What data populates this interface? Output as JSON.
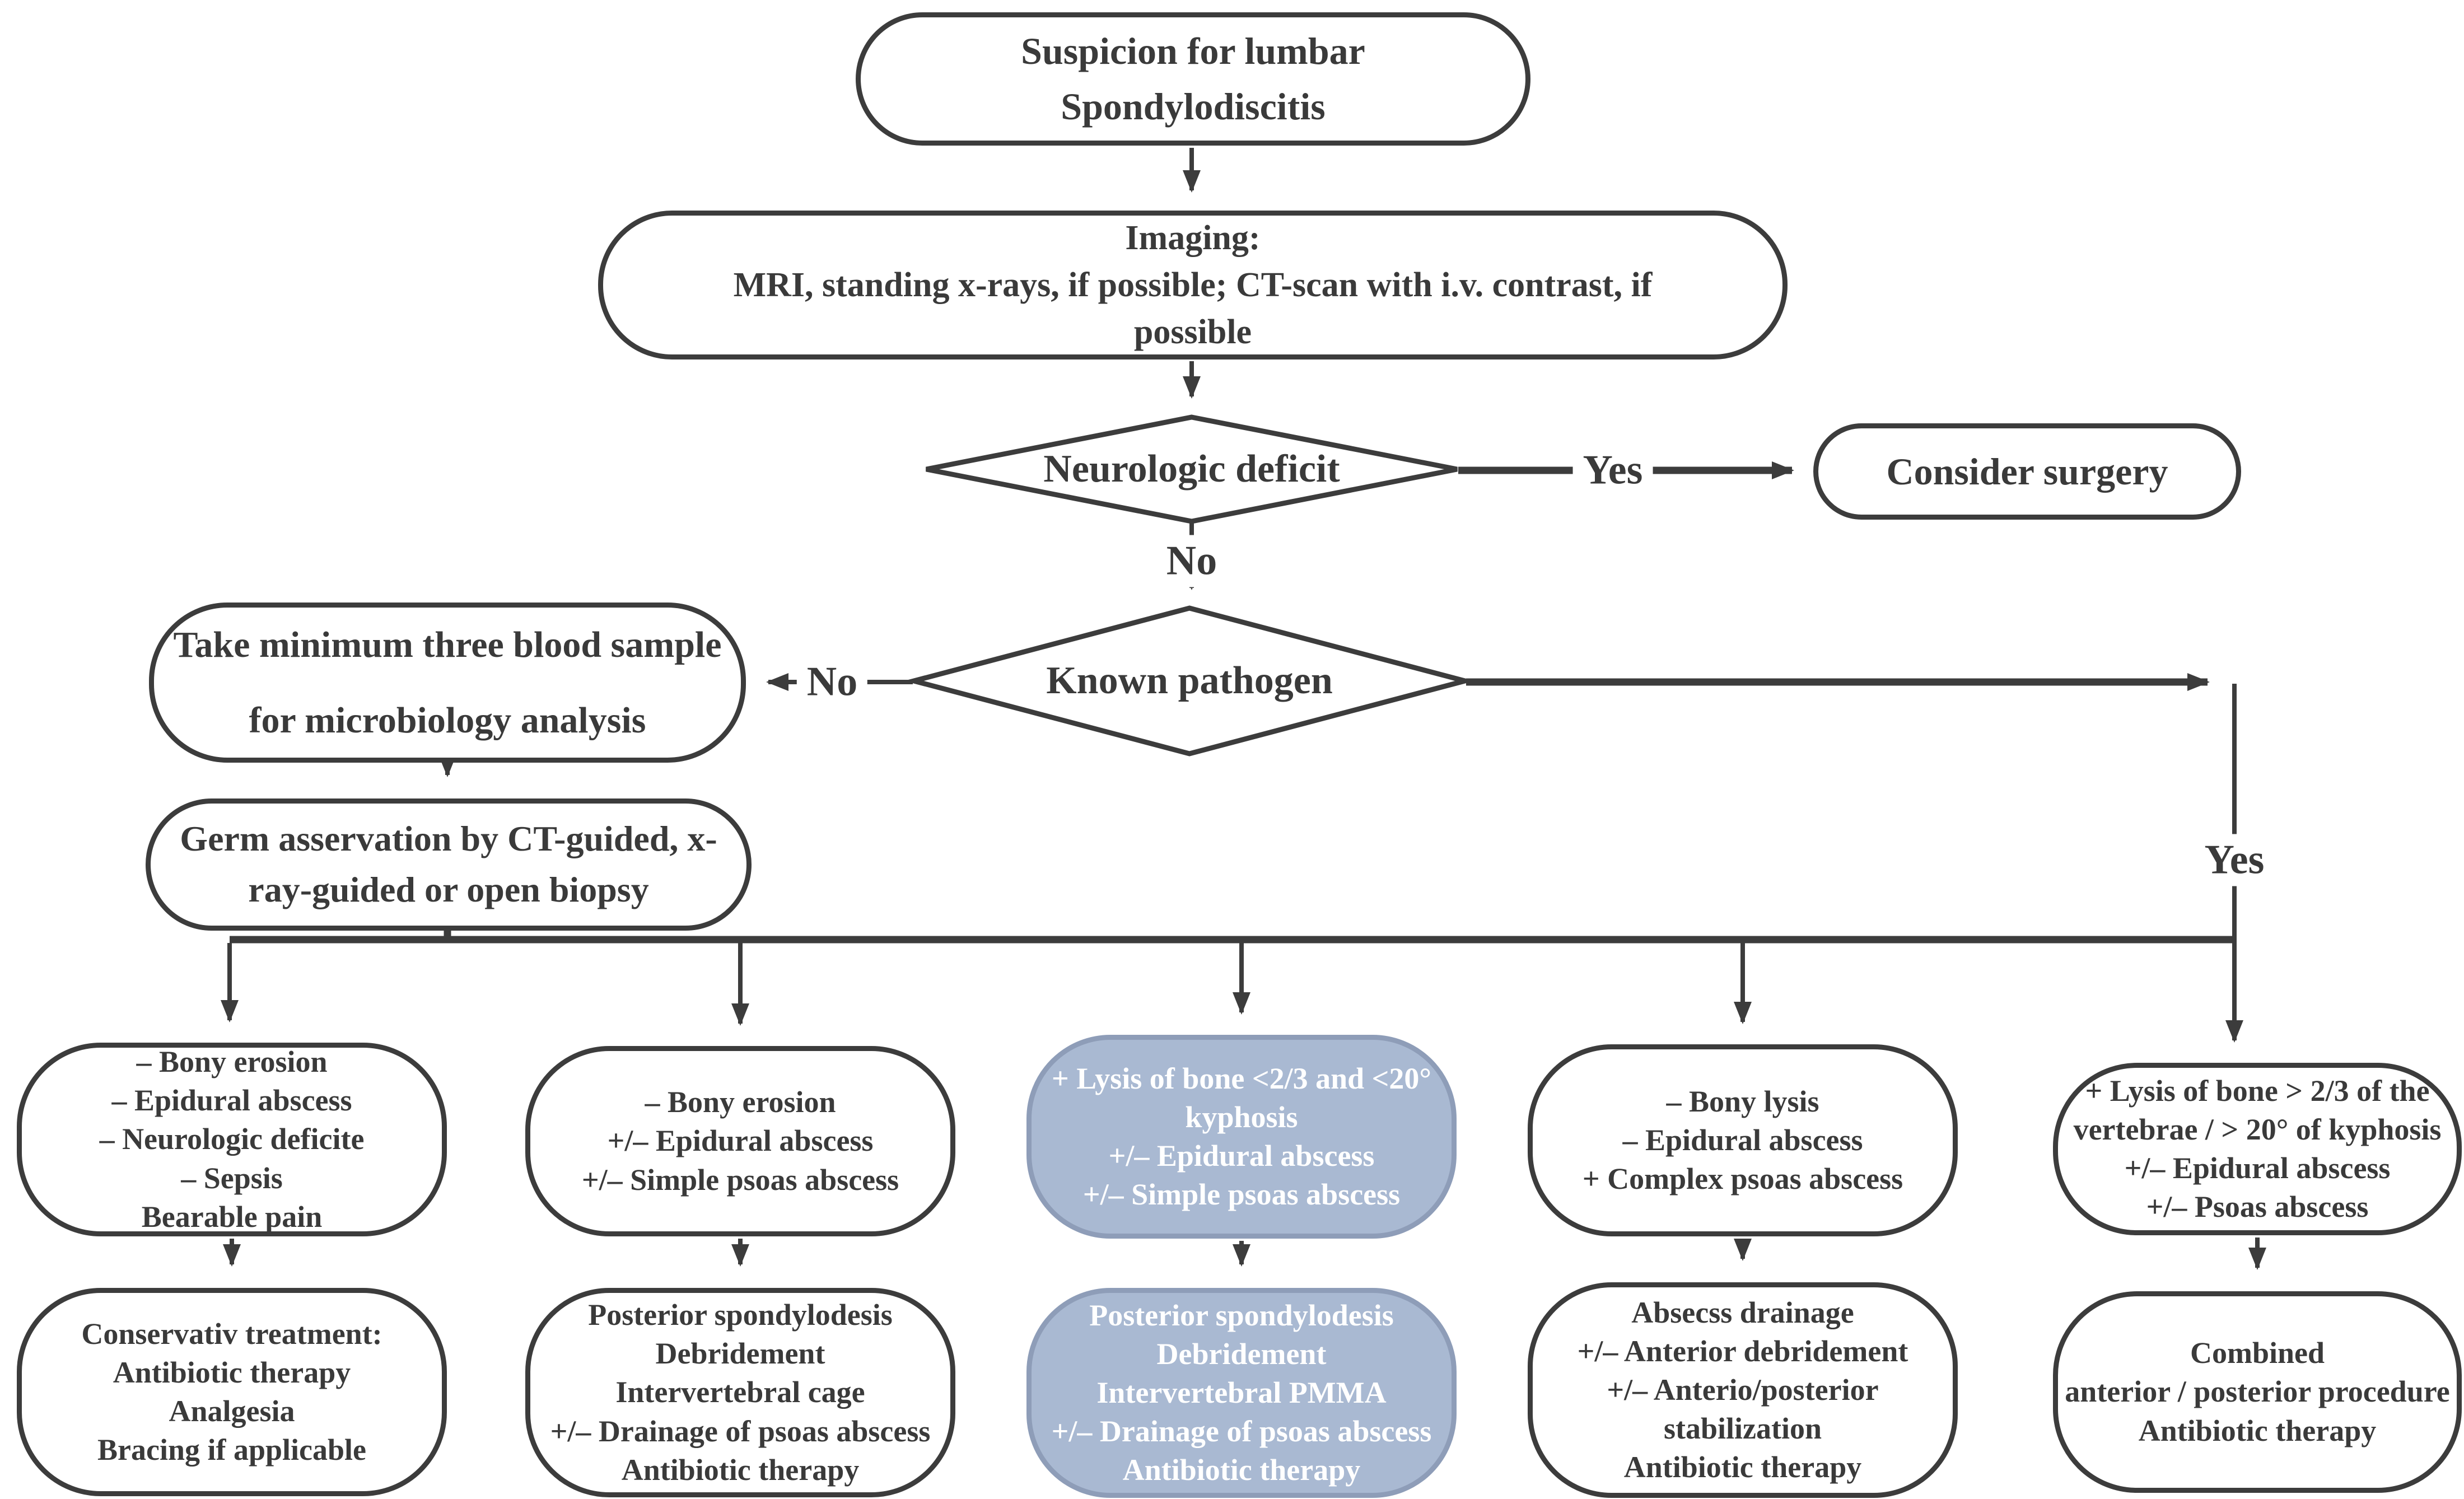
{
  "diagram": {
    "title_box": {
      "lines": [
        "Suspicion for lumbar",
        "Spondylodiscitis"
      ]
    },
    "imaging_box": {
      "lines": [
        "Imaging:",
        "MRI, standing x-rays, if possible; CT-scan with i.v. contrast, if",
        "possible"
      ]
    },
    "neuro_diamond": {
      "label": "Neurologic deficit"
    },
    "consider_box": {
      "label": "Consider surgery"
    },
    "pathogen_diamond": {
      "label": "Known pathogen"
    },
    "blood_box": {
      "lines": [
        "Take minimum three blood sample",
        "for microbiology analysis"
      ]
    },
    "germ_box": {
      "lines": [
        "Germ asservation by CT-guided, x-",
        "ray-guided or open biopsy"
      ]
    },
    "edges": {
      "yes1": "Yes",
      "no1": "No",
      "no2": "No",
      "yes2": "Yes"
    },
    "columns": [
      {
        "criteria": [
          "– Bony erosion",
          "– Epidural abscess",
          "– Neurologic deficite",
          "– Sepsis",
          "Bearable pain"
        ],
        "treatment": [
          "Conservativ treatment:",
          "Antibiotic therapy",
          "Analgesia",
          "Bracing if applicable"
        ],
        "highlighted": false
      },
      {
        "criteria": [
          "– Bony erosion",
          "+/– Epidural abscess",
          "+/– Simple psoas abscess"
        ],
        "treatment": [
          "Posterior spondylodesis",
          "Debridement",
          "Intervertebral cage",
          "+/– Drainage of psoas abscess",
          "Antibiotic therapy"
        ],
        "highlighted": false
      },
      {
        "criteria": [
          "+ Lysis of bone <2/3 and <20°",
          "kyphosis",
          "+/– Epidural abscess",
          "+/– Simple psoas abscess"
        ],
        "treatment": [
          "Posterior spondylodesis",
          "Debridement",
          "Intervertebral PMMA",
          "+/– Drainage of psoas abscess",
          "Antibiotic therapy"
        ],
        "highlighted": true
      },
      {
        "criteria": [
          "– Bony lysis",
          "– Epidural abscess",
          "+ Complex psoas abscess"
        ],
        "treatment": [
          "Absecss drainage",
          "+/– Anterior debridement",
          "+/– Anterio/posterior",
          "stabilization",
          "Antibiotic therapy"
        ],
        "highlighted": false
      },
      {
        "criteria": [
          "+ Lysis of bone > 2/3 of the",
          "vertebrae / > 20° of kyphosis",
          "+/– Epidural abscess",
          "+/– Psoas abscess"
        ],
        "treatment": [
          "Combined",
          "anterior / posterior procedure",
          "Antibiotic therapy"
        ],
        "highlighted": false
      }
    ],
    "colors": {
      "stroke": "#3c3c3c",
      "text": "#3a3a3a",
      "highlight_fill": "#a9b9d2",
      "highlight_border": "#8e9db8",
      "highlight_text": "#ffffff"
    }
  }
}
